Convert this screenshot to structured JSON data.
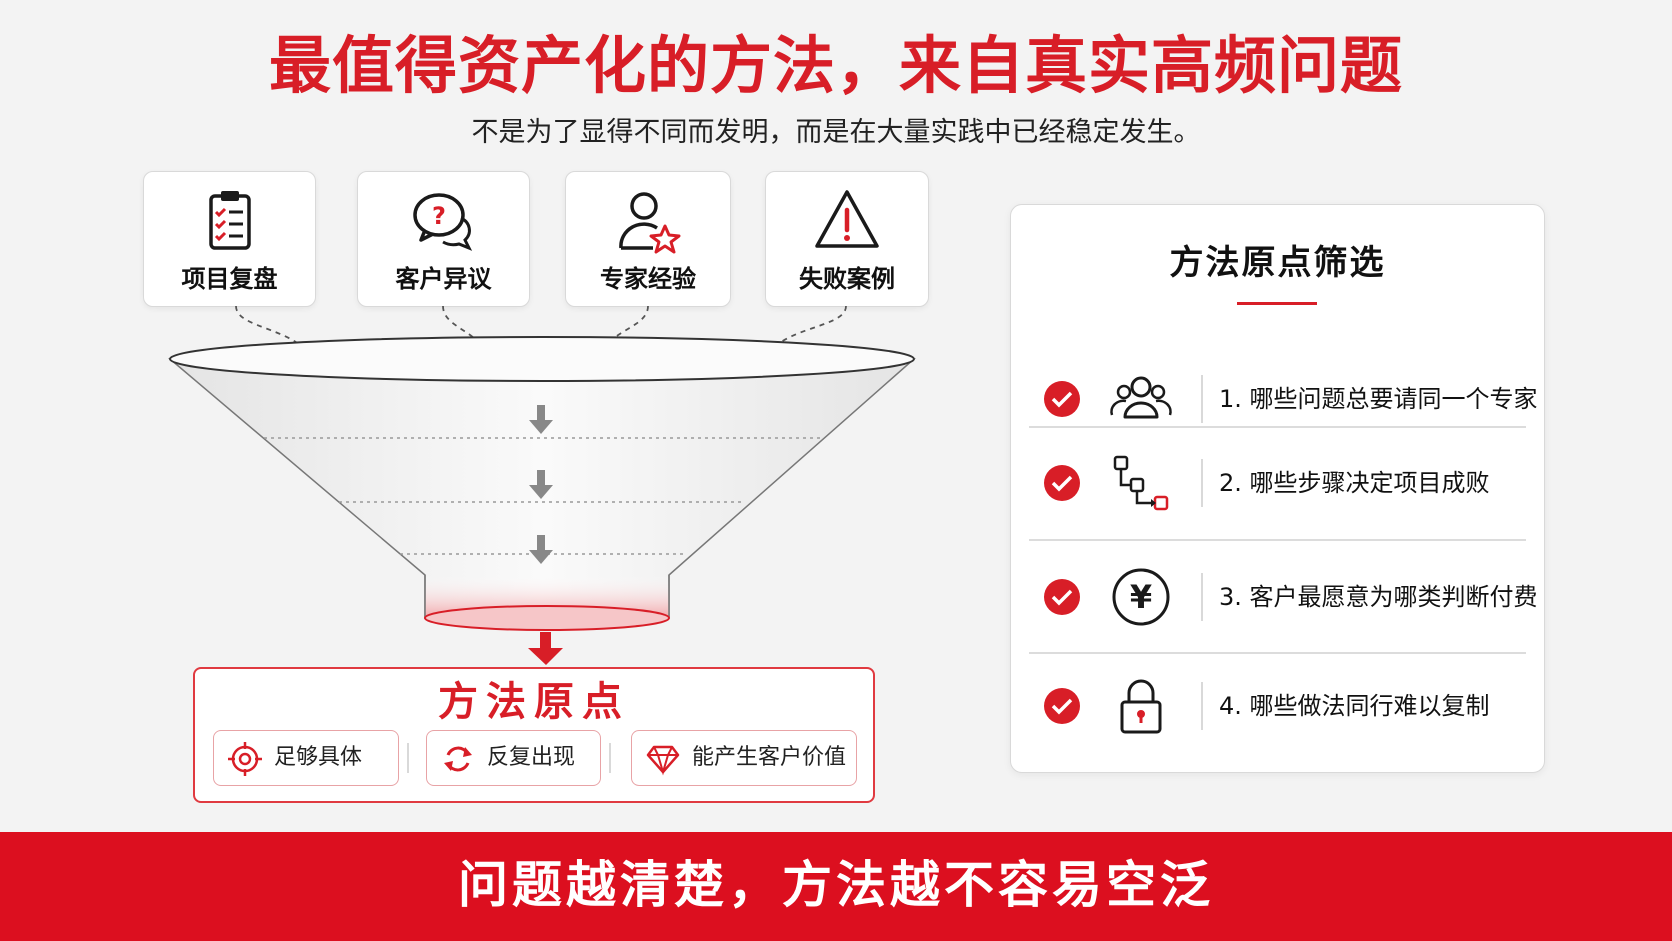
{
  "header": {
    "title": "最值得资产化的方法，来自真实高频问题",
    "subtitle": "不是为了显得不同而发明，而是在大量实践中已经稳定发生。"
  },
  "sources": [
    {
      "label": "项目复盘",
      "icon": "clipboard-checklist-icon"
    },
    {
      "label": "客户异议",
      "icon": "question-speech-bubbles-icon"
    },
    {
      "label": "专家经验",
      "icon": "expert-star-icon"
    },
    {
      "label": "失败案例",
      "icon": "warning-triangle-icon"
    }
  ],
  "result": {
    "title": "方法原点",
    "traits": [
      {
        "label": "足够具体",
        "icon": "target-icon"
      },
      {
        "label": "反复出现",
        "icon": "refresh-cycle-icon"
      },
      {
        "label": "能产生客户价值",
        "icon": "diamond-icon"
      }
    ]
  },
  "panel": {
    "title": "方法原点筛选",
    "items": [
      {
        "text": "1.  哪些问题总要请同一个专家",
        "icon": "people-group-icon"
      },
      {
        "text": "2.  哪些步骤决定项目成败",
        "icon": "process-flow-icon"
      },
      {
        "text": "3.  客户最愿意为哪类判断付费",
        "icon": "yen-coin-icon"
      },
      {
        "text": "4.  哪些做法同行难以复制",
        "icon": "padlock-icon"
      }
    ]
  },
  "footer": {
    "text": "问题越清楚，方法越不容易空泛"
  },
  "colors": {
    "accent": "#d81e27",
    "footer_bg": "#dc0f1f",
    "card_border": "#d9d9d9"
  }
}
